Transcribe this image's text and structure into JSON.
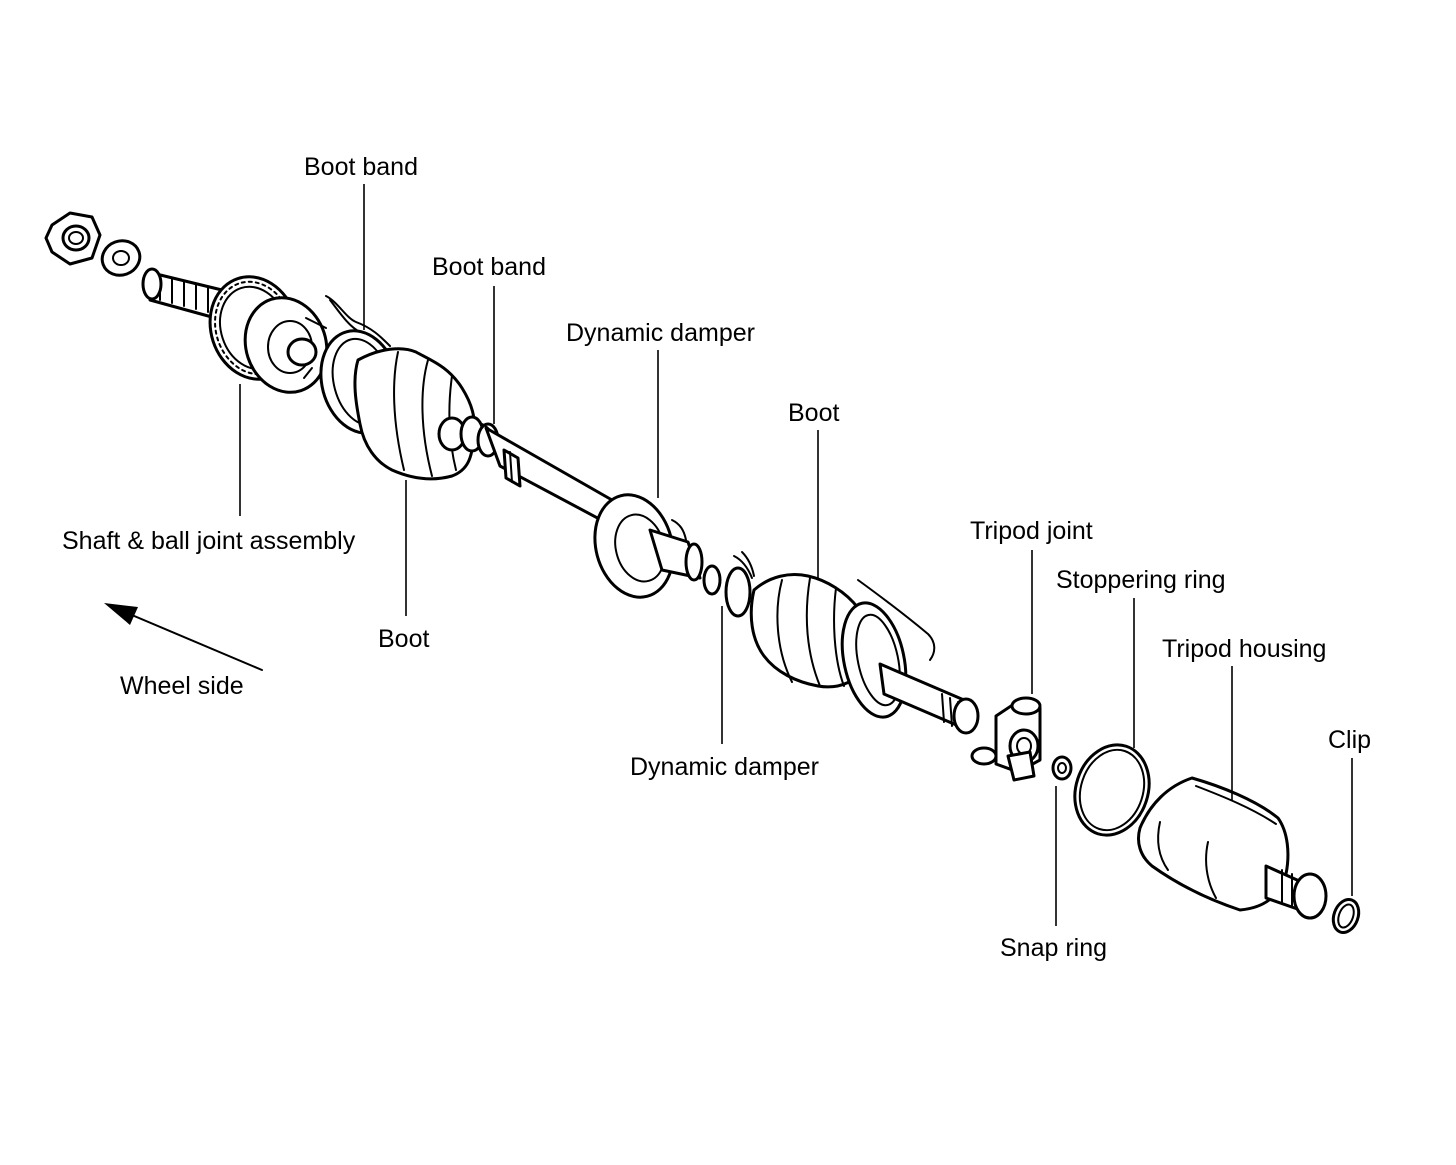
{
  "diagram": {
    "labels": {
      "boot_band_1": "Boot band",
      "boot_band_2": "Boot band",
      "dynamic_damper_1": "Dynamic damper",
      "boot_1": "Boot",
      "tripod_joint": "Tripod joint",
      "stoppering_ring": "Stoppering ring",
      "tripod_housing": "Tripod housing",
      "clip": "Clip",
      "shaft_ball_joint": "Shaft & ball joint assembly",
      "boot_2": "Boot",
      "wheel_side": "Wheel side",
      "dynamic_damper_2": "Dynamic damper",
      "snap_ring": "Snap ring"
    },
    "line_color": "#000000",
    "background": "#ffffff"
  }
}
